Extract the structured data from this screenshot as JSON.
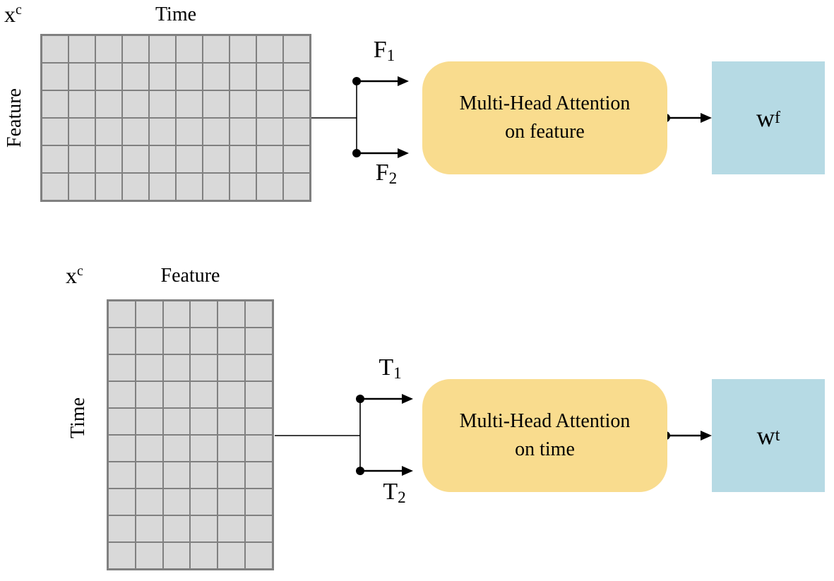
{
  "diagram": {
    "matrix_symbol": {
      "base": "x",
      "sup": "c"
    },
    "feature_branch": {
      "col_header": "Time",
      "row_header": "Feature",
      "grid": {
        "rows": 6,
        "cols": 10
      },
      "split_labels": [
        {
          "base": "F",
          "sub": "1"
        },
        {
          "base": "F",
          "sub": "2"
        }
      ],
      "attention_box": {
        "line1": "Multi-Head Attention",
        "line2": "on feature"
      },
      "output_box": {
        "base": "w",
        "sub": "f"
      }
    },
    "time_branch": {
      "col_header": "Feature",
      "row_header": "Time",
      "grid": {
        "rows": 10,
        "cols": 6
      },
      "split_labels": [
        {
          "base": "T",
          "sub": "1"
        },
        {
          "base": "T",
          "sub": "2"
        }
      ],
      "attention_box": {
        "line1": "Multi-Head Attention",
        "line2": "on time"
      },
      "output_box": {
        "base": "w",
        "sub": "t"
      }
    },
    "colors": {
      "attention_box_fill": "#F9DC8E",
      "output_box_fill": "#B6DAE4",
      "grid_cell_fill": "#D9D9D9",
      "grid_border": "#808080",
      "line_color": "#000000"
    }
  }
}
